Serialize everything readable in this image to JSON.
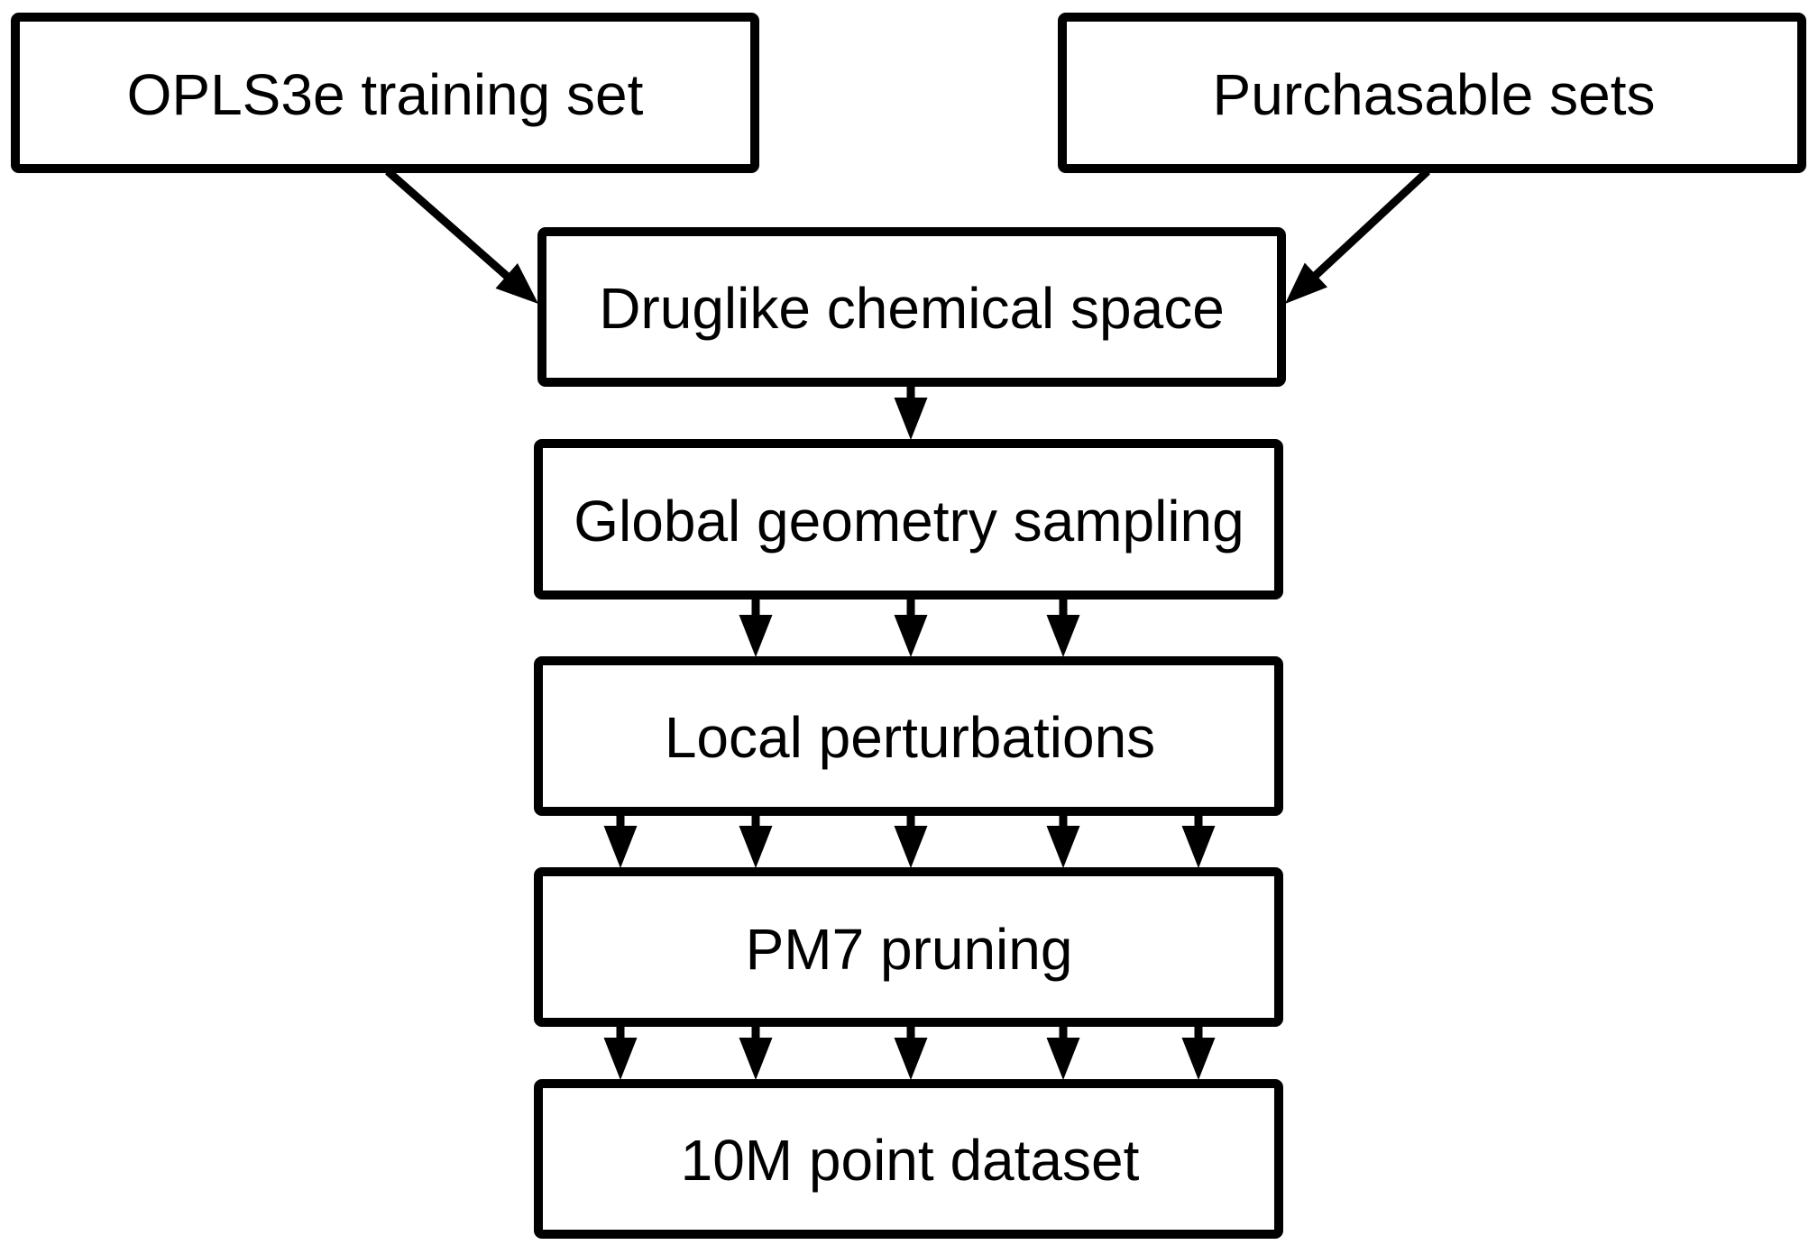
{
  "diagram": {
    "title": "Dataset generation workflow",
    "nodes": [
      {
        "id": "opls3e",
        "label": "OPLS3e training set"
      },
      {
        "id": "purchasable",
        "label": "Purchasable sets"
      },
      {
        "id": "druglike",
        "label": "Druglike chemical space"
      },
      {
        "id": "global",
        "label": "Global geometry sampling"
      },
      {
        "id": "local",
        "label": "Local perturbations"
      },
      {
        "id": "pm7",
        "label": "PM7 pruning"
      },
      {
        "id": "dataset",
        "label": "10M point dataset"
      }
    ],
    "edges": [
      {
        "from": "opls3e",
        "to": "druglike",
        "count": 1
      },
      {
        "from": "purchasable",
        "to": "druglike",
        "count": 1
      },
      {
        "from": "druglike",
        "to": "global",
        "count": 1
      },
      {
        "from": "global",
        "to": "local",
        "count": 3
      },
      {
        "from": "local",
        "to": "pm7",
        "count": 5
      },
      {
        "from": "pm7",
        "to": "dataset",
        "count": 5
      }
    ],
    "colors": {
      "stroke": "#000000",
      "background": "#ffffff",
      "text": "#000000"
    }
  }
}
